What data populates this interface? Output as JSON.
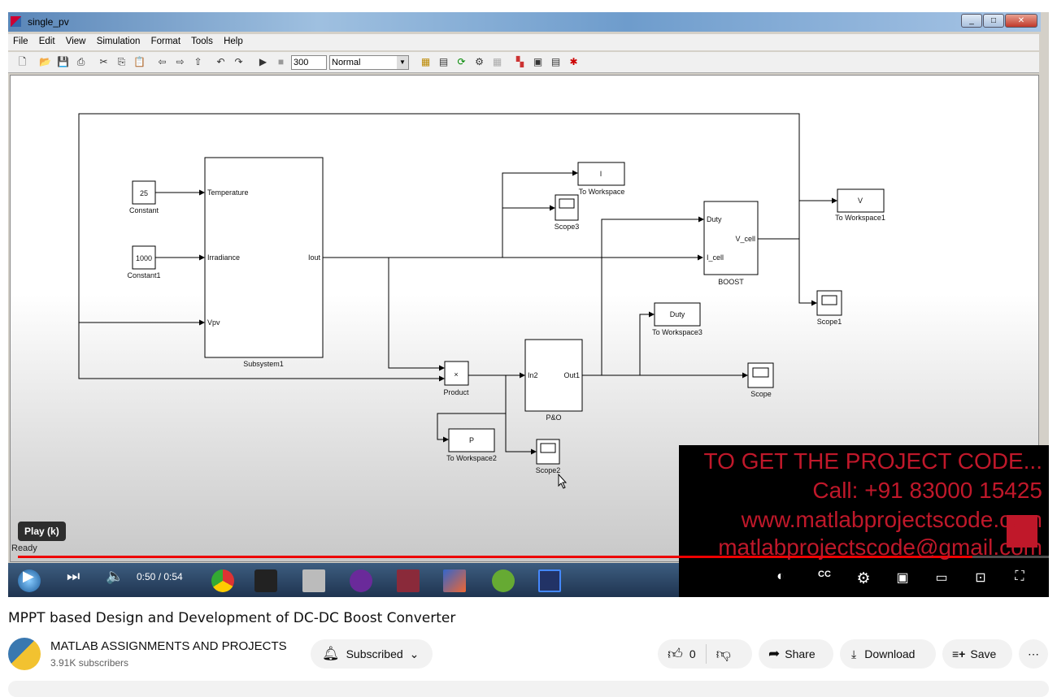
{
  "window": {
    "title": "single_pv",
    "menu": [
      "File",
      "Edit",
      "View",
      "Simulation",
      "Format",
      "Tools",
      "Help"
    ],
    "stop_time": "300",
    "sim_mode": "Normal",
    "status": "Ready"
  },
  "diagram": {
    "constant": {
      "value": "25",
      "label": "Constant"
    },
    "constant1": {
      "value": "1000",
      "label": "Constant1"
    },
    "subsystem": {
      "label": "Subsystem1",
      "ports_in": [
        "Temperature",
        "Irradiance",
        "Vpv"
      ],
      "port_out": "Iout"
    },
    "to_ws": {
      "value": "I",
      "label": "To Workspace"
    },
    "scope3": {
      "label": "Scope3"
    },
    "boost": {
      "label": "BOOST",
      "ports_in": [
        "Duty",
        "I_cell"
      ],
      "port_out": "V_cell"
    },
    "to_ws1": {
      "value": "V",
      "label": "To Workspace1"
    },
    "scope1": {
      "label": "Scope1"
    },
    "to_ws3": {
      "value": "Duty",
      "label": "To Workspace3"
    },
    "product": {
      "symbol": "×",
      "label": "Product"
    },
    "po": {
      "label": "P&O",
      "port_in": "In2",
      "port_out": "Out1"
    },
    "scope": {
      "label": "Scope"
    },
    "to_ws2": {
      "value": "P",
      "label": "To Workspace2"
    },
    "scope2": {
      "label": "Scope2"
    }
  },
  "player": {
    "tooltip": "Play (k)",
    "time": "0:50 / 0:54",
    "progress_percent": 92.6
  },
  "overlay": {
    "lines": [
      "TO GET THE PROJECT CODE...",
      "Call: +91 83000 15425",
      "www.matlabprojectscode.com",
      "matlabprojectscode@gmail.com"
    ]
  },
  "video": {
    "title": "MPPT based Design and Development of DC-DC Boost Converter",
    "channel": "MATLAB ASSIGNMENTS AND PROJECTS",
    "subscribers": "3.91K subscribers",
    "subscribe_label": "Subscribed",
    "likes": "0",
    "share": "Share",
    "download": "Download",
    "save": "Save"
  },
  "colors": {
    "accent": "#ff0000",
    "overlay_text": "#c0182a"
  }
}
